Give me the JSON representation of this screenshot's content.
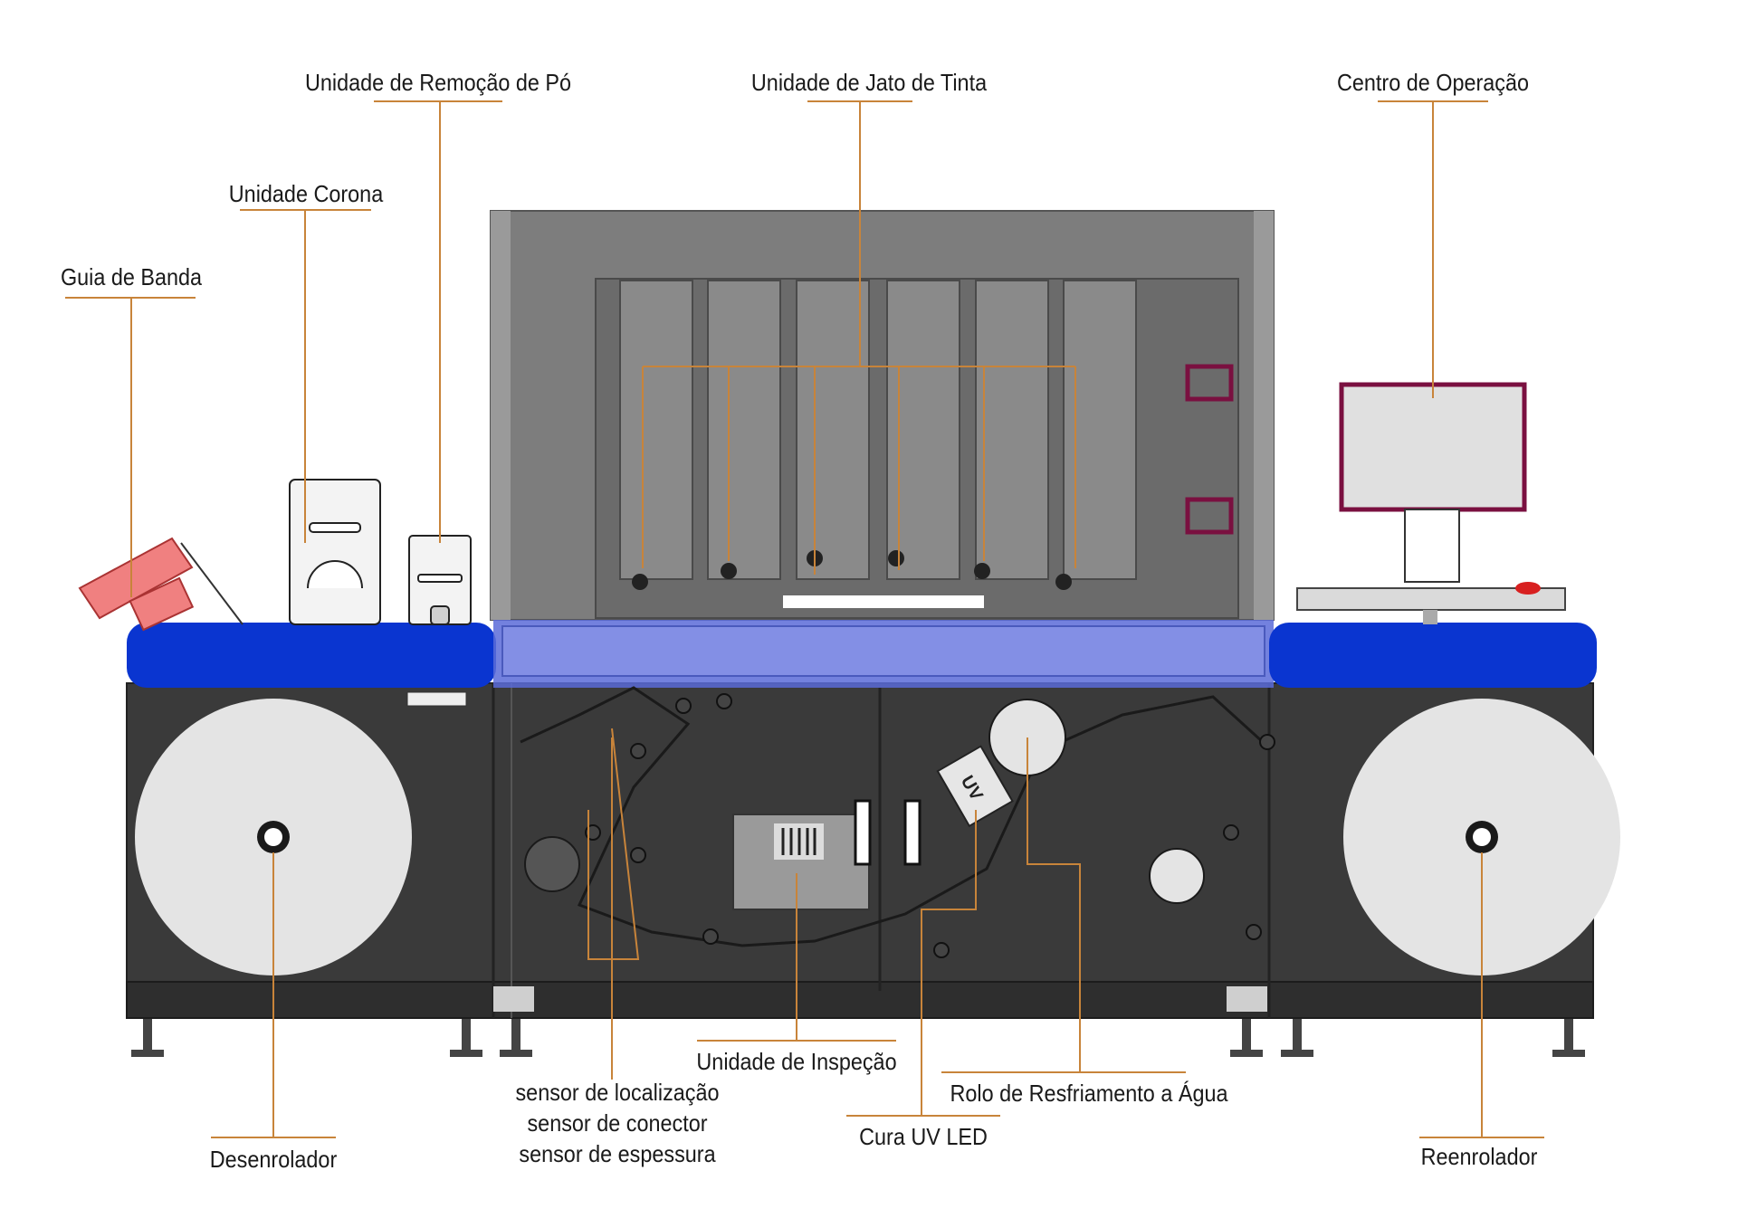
{
  "labels": {
    "dust_removal": "Unidade de Remoção de Pó",
    "inkjet": "Unidade de Jato de Tinta",
    "operation_center": "Centro de Operação",
    "corona": "Unidade Corona",
    "web_guide": "Guia de Banda",
    "inspection": "Unidade de Inspeção",
    "sensor_location": "sensor de localização",
    "sensor_connector": "sensor de conector",
    "sensor_thickness": "sensor de espessura",
    "water_cooling": "Rolo de Resfriamento a Água",
    "uv_led": "Cura UV LED",
    "unwinder": "Desenrolador",
    "rewinder": "Reenrolador"
  },
  "uv_box_text": "UV",
  "colors": {
    "leader_line": "#c8843a",
    "conveyor_blue": "#0a35d0",
    "frame_dark": "#3a3a3a",
    "housing_gray": "#7d7d7d",
    "roll_light": "#e4e4e4",
    "web_guide_red": "#f08080",
    "monitor_frame": "#7a1040",
    "button_red": "#d82020"
  }
}
